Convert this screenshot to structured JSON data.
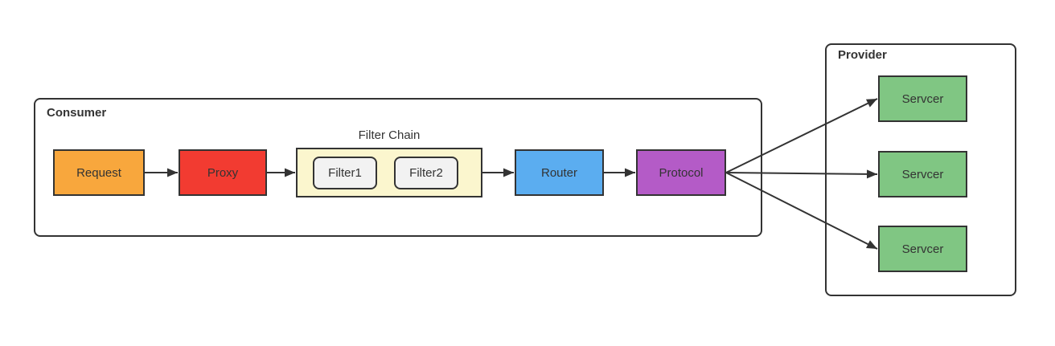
{
  "diagram": {
    "consumer": {
      "label": "Consumer",
      "nodes": {
        "request": {
          "label": "Request",
          "color": "#F8A73D"
        },
        "proxy": {
          "label": "Proxy",
          "color": "#F23B31"
        },
        "router": {
          "label": "Router",
          "color": "#5BADF0"
        },
        "protocol": {
          "label": "Protocol",
          "color": "#B45BC7"
        }
      },
      "filter_chain": {
        "label": "Filter Chain",
        "container_color": "#FBF6CE",
        "filters": [
          {
            "label": "Filter1",
            "color": "#F2F2F2"
          },
          {
            "label": "Filter2",
            "color": "#F2F2F2"
          }
        ]
      }
    },
    "provider": {
      "label": "Provider",
      "servers": [
        {
          "label": "Servcer",
          "color": "#80C683"
        },
        {
          "label": "Servcer",
          "color": "#80C683"
        },
        {
          "label": "Servcer",
          "color": "#80C683"
        }
      ]
    },
    "stroke_color": "#333333"
  }
}
